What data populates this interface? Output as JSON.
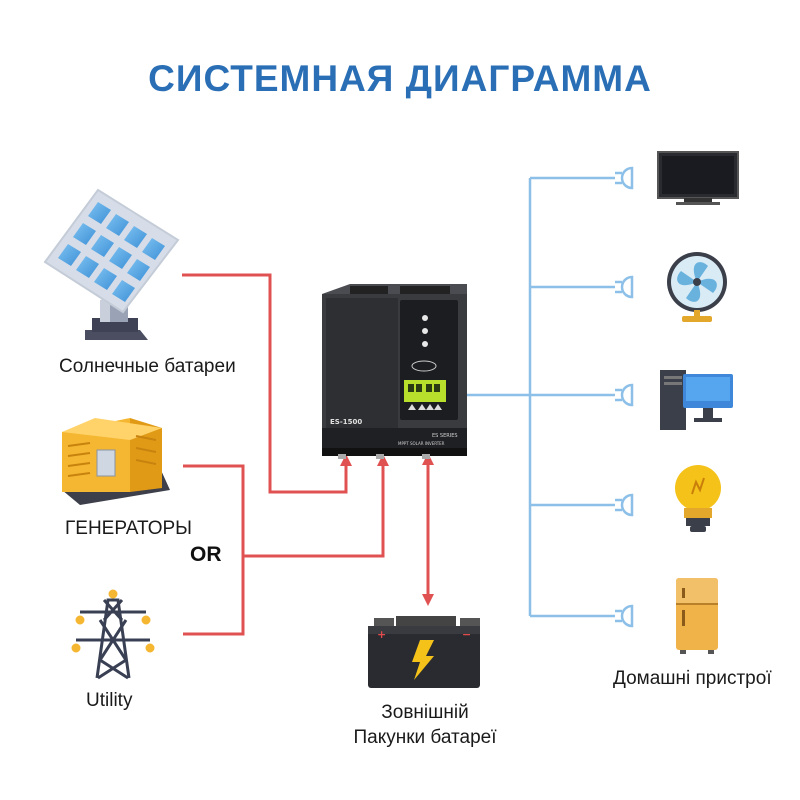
{
  "title": "СИСТЕМНАЯ ДИАГРАММА",
  "sources": {
    "solar": "Солнечные батареи",
    "generator": "ГЕНЕРАТОРЫ",
    "or": "OR",
    "utility": "Utility"
  },
  "inverter": {
    "model": "ES-1500",
    "series": "ES SERIES",
    "subtitle": "MPPT SOLAR INVERTER"
  },
  "battery": {
    "line1": "Зовнішній",
    "line2": "Пакунки батареї"
  },
  "loads": {
    "label": "Домашні пристрої",
    "items": [
      "tv-icon",
      "fan-icon",
      "computer-icon",
      "bulb-icon",
      "fridge-icon"
    ]
  },
  "colors": {
    "title": "#2a6fb6",
    "input_line": "#e05252",
    "output_line": "#8dc0e8"
  }
}
